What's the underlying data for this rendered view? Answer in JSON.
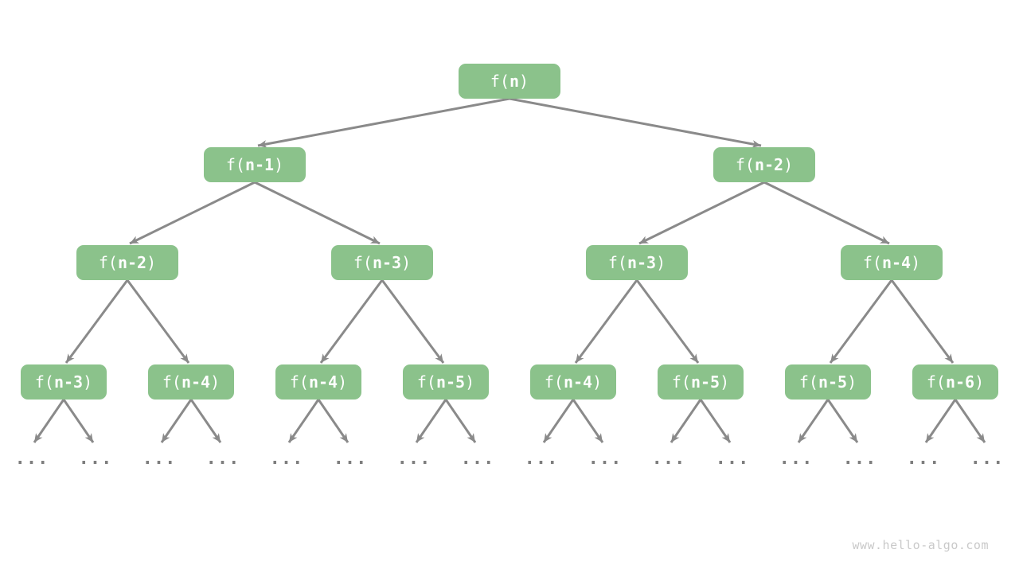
{
  "diagram": {
    "title_implicit": "recursion tree of fibonacci",
    "node_open": "f(",
    "node_close": ")",
    "ellipsis": "...",
    "watermark": "www.hello-algo.com",
    "colors": {
      "node_fill": "#8BC28B",
      "node_text": "#FFFFFF",
      "edge": "#8A8A8A",
      "ellipsis_dots": "#7E7E7E",
      "watermark_text": "#C9C9C9",
      "background": "#FFFFFF"
    }
  },
  "nodes": [
    {
      "level": 0,
      "expr": "n"
    },
    {
      "level": 1,
      "expr": "n-1"
    },
    {
      "level": 1,
      "expr": "n-2"
    },
    {
      "level": 2,
      "expr": "n-2"
    },
    {
      "level": 2,
      "expr": "n-3"
    },
    {
      "level": 2,
      "expr": "n-3"
    },
    {
      "level": 2,
      "expr": "n-4"
    },
    {
      "level": 3,
      "expr": "n-3"
    },
    {
      "level": 3,
      "expr": "n-4"
    },
    {
      "level": 3,
      "expr": "n-4"
    },
    {
      "level": 3,
      "expr": "n-5"
    },
    {
      "level": 3,
      "expr": "n-4"
    },
    {
      "level": 3,
      "expr": "n-5"
    },
    {
      "level": 3,
      "expr": "n-5"
    },
    {
      "level": 3,
      "expr": "n-6"
    }
  ]
}
